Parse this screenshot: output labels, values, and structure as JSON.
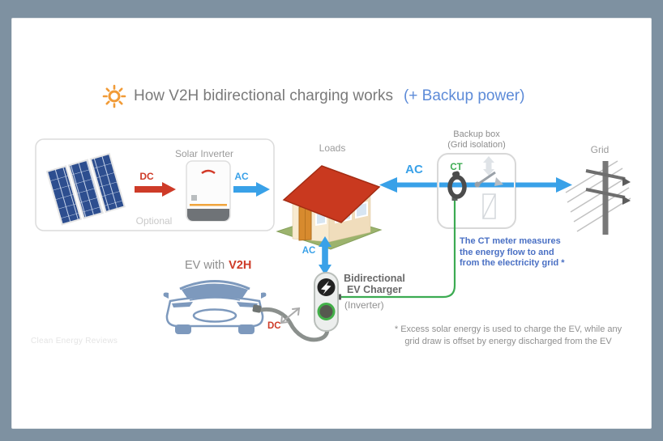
{
  "title": {
    "main": "How V2H bidirectional charging works",
    "suffix": "(+ Backup power)"
  },
  "optional_box": {
    "inverter_label": "Solar Inverter",
    "optional_label": "Optional",
    "dc_label": "DC",
    "ac_label": "AC"
  },
  "house": {
    "label": "Loads"
  },
  "backup": {
    "label_line1": "Backup box",
    "label_line2": "(Grid isolation)",
    "ct_label": "CT",
    "ac_label": "AC"
  },
  "grid": {
    "label": "Grid"
  },
  "ct_note": {
    "line1": "The CT meter measures",
    "line2": "the energy flow to and",
    "line3": "from the electricity grid *"
  },
  "ev": {
    "label_prefix": "EV with",
    "label_highlight": "V2H",
    "dc_label": "DC"
  },
  "charger": {
    "ac_label": "AC",
    "label_line1": "Bidirectional",
    "label_line2": "EV Charger",
    "sublabel": "(Inverter)"
  },
  "footnote": {
    "line1": "* Excess solar energy is used to charge the EV, while any",
    "line2": "grid draw is offset by energy discharged from the EV"
  },
  "watermark": "Clean Energy Reviews",
  "colors": {
    "frame": "#7E91A1",
    "arrow_blue": "#39A1E8",
    "dc_red": "#CE3B28",
    "ct_green": "#3CAB52",
    "note_blue": "#4A70C4",
    "title_blue": "#5D8BD8"
  }
}
